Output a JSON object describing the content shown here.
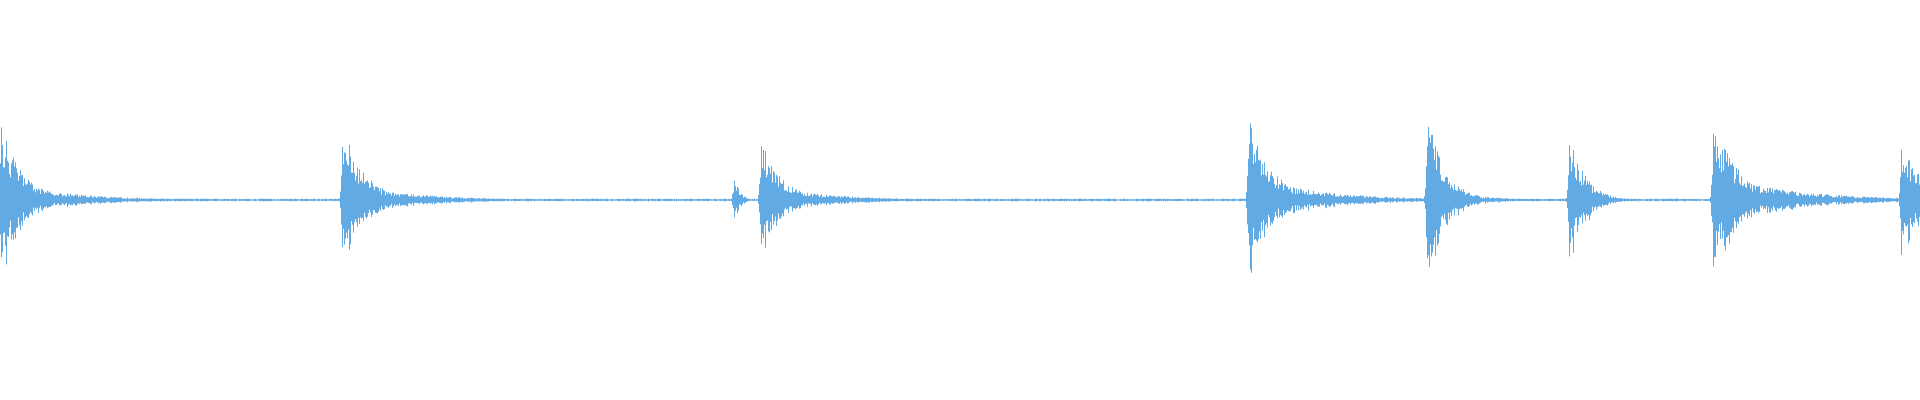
{
  "waveform": {
    "color": "#62aae3",
    "baseline_level": 0.01,
    "transients": [
      {
        "onset": 0.0,
        "peak": 0.8,
        "decay": 0.02,
        "kind": "hit",
        "tail_ratio": 0.26
      },
      {
        "onset": 0.178,
        "peak": 0.78,
        "decay": 0.02,
        "kind": "hit",
        "tail_ratio": 0.24
      },
      {
        "onset": 0.382,
        "peak": 0.26,
        "decay": 0.003,
        "kind": "click",
        "tail_ratio": 0.1
      },
      {
        "onset": 0.396,
        "peak": 0.62,
        "decay": 0.02,
        "kind": "hit",
        "tail_ratio": 0.26
      },
      {
        "onset": 0.65,
        "peak": 0.84,
        "decay": 0.022,
        "kind": "hit",
        "tail_ratio": 0.3
      },
      {
        "onset": 0.743,
        "peak": 0.92,
        "decay": 0.009,
        "kind": "spike",
        "tail_ratio": 0.18
      },
      {
        "onset": 0.817,
        "peak": 0.7,
        "decay": 0.008,
        "kind": "spike",
        "tail_ratio": 0.12
      },
      {
        "onset": 0.892,
        "peak": 0.84,
        "decay": 0.024,
        "kind": "hit",
        "tail_ratio": 0.32
      },
      {
        "onset": 0.99,
        "peak": 0.6,
        "decay": 0.02,
        "kind": "hit",
        "tail_ratio": 0.3
      }
    ]
  }
}
